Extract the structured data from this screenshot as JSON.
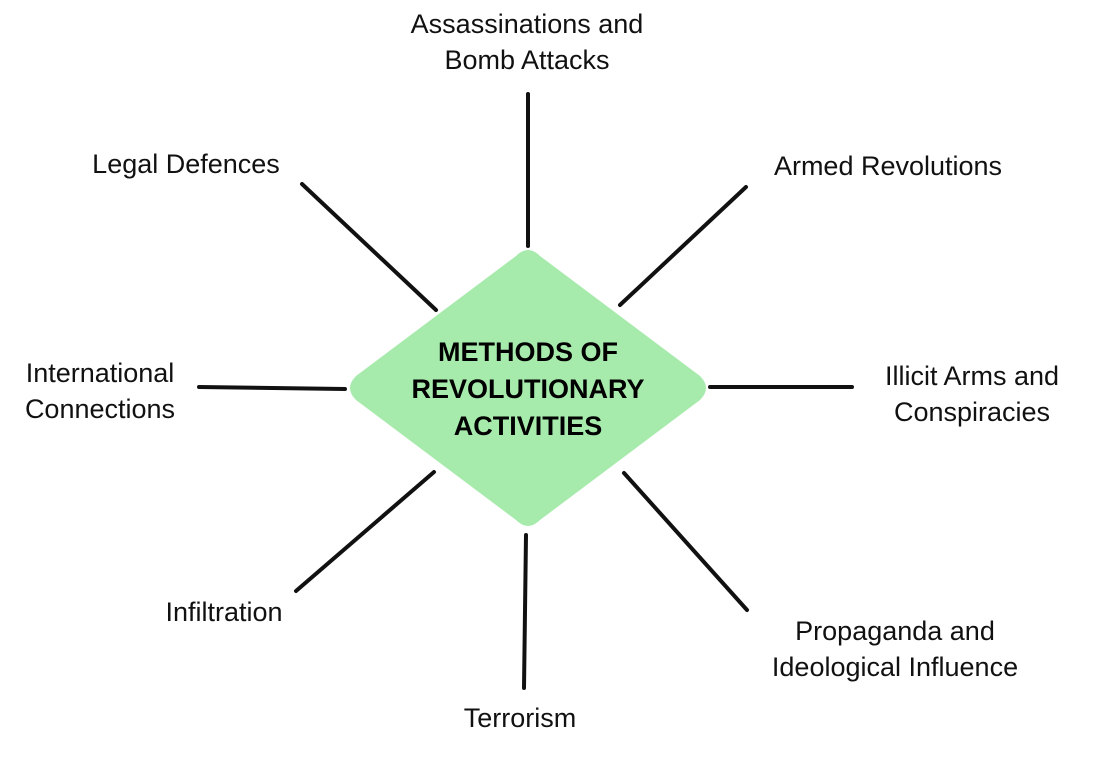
{
  "center": {
    "line1": "METHODS OF",
    "line2": "REVOLUTIONARY",
    "line3": "ACTIVITIES"
  },
  "branches": {
    "top": {
      "line1": "Assassinations and",
      "line2": "Bomb Attacks"
    },
    "top_right": {
      "line1": "Armed Revolutions"
    },
    "right": {
      "line1": "Illicit Arms and",
      "line2": "Conspiracies"
    },
    "bottom_right": {
      "line1": "Propaganda and",
      "line2": "Ideological Influence"
    },
    "bottom": {
      "line1": "Terrorism"
    },
    "bottom_left": {
      "line1": "Infiltration"
    },
    "left": {
      "line1": "International",
      "line2": "Connections"
    },
    "top_left": {
      "line1": "Legal Defences"
    }
  },
  "colors": {
    "center_fill": "#a6ebac",
    "connector": "#111111",
    "text": "#111111"
  }
}
